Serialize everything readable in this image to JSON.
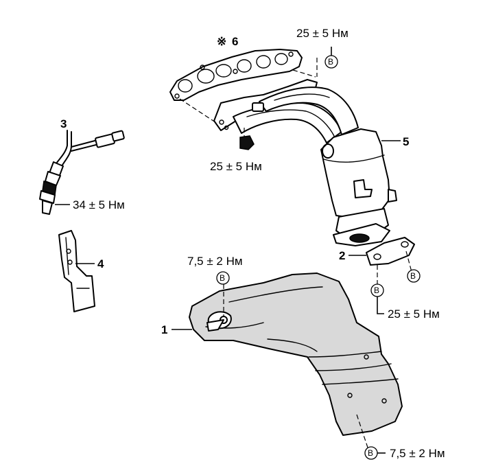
{
  "parts": {
    "p1": "1",
    "p2": "2",
    "p3": "3",
    "p4": "4",
    "p5": "5",
    "p6": "6",
    "p6_mark": "※"
  },
  "torques": {
    "gasket_top": "25 ± 5 Нм",
    "manifold_nut": "25 ± 5 Нм",
    "sensor": "34 ± 5 Нм",
    "shield_top": "7,5 ± 2 Нм",
    "bracket": "25 ± 5 Нм",
    "shield_bottom": "7,5 ± 2 Нм"
  },
  "bolt_marker": "B"
}
